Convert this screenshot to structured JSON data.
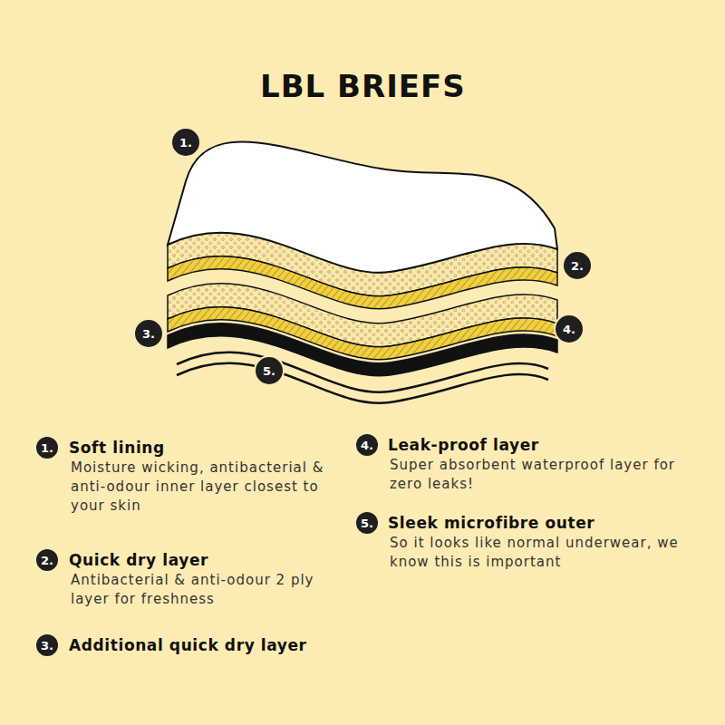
{
  "diagram": {
    "title": "LBL BRIEFS",
    "nodes": [
      {
        "text": [
          "1."
        ]
      },
      {
        "text": [
          "2."
        ]
      },
      {
        "text": [
          "3."
        ]
      },
      {
        "text": [
          "4."
        ]
      },
      {
        "text": [
          "5."
        ]
      },
      {
        "text": [
          "1."
        ]
      },
      {
        "text": [
          "2."
        ]
      },
      {
        "text": [
          "3."
        ]
      },
      {
        "text": [
          "4."
        ]
      },
      {
        "text": [
          "5."
        ]
      }
    ],
    "labels": [
      "Soft lining",
      "Moisture wicking, antibacterial & anti-odour inner layer closest to your skin",
      "Quick dry layer",
      "Antibacterial & anti-odour 2 ply layer for freshness",
      "Additional quick dry layer",
      "Leak-proof layer",
      "Super absorbent waterproof layer for zero leaks!",
      "Sleek microfibre outer",
      "So it looks like normal underwear, we know this is important"
    ]
  }
}
